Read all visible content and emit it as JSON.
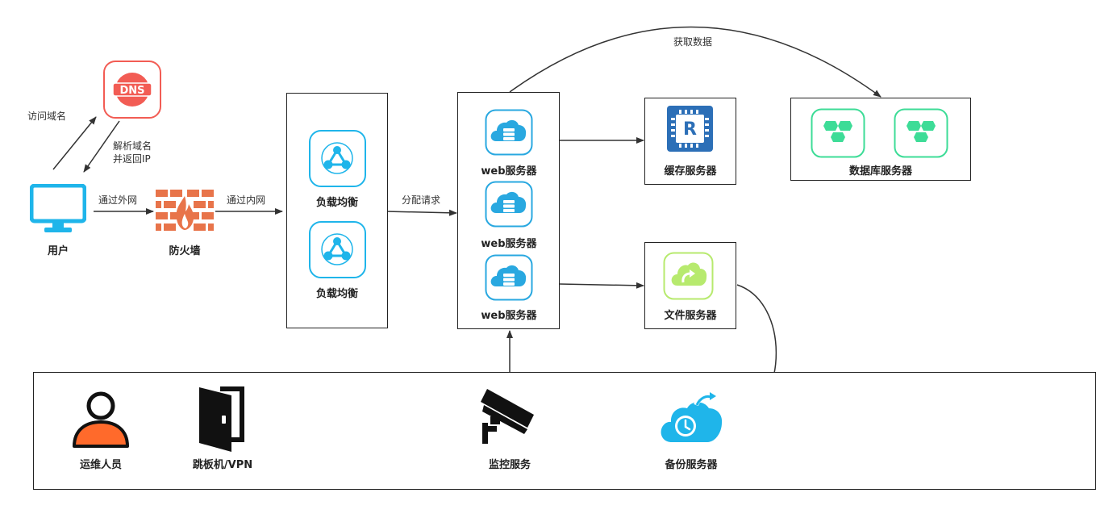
{
  "nodes": {
    "dns": "DNS",
    "user": "用户",
    "firewall": "防火墙",
    "lb1": "负载均衡",
    "lb2": "负载均衡",
    "web1": "web服务器",
    "web2": "web服务器",
    "web3": "web服务器",
    "cache": "缓存服务器",
    "db": "数据库服务器",
    "file": "文件服务器",
    "ops": "运维人员",
    "jump": "跳板机/VPN",
    "monitor": "监控服务",
    "backup": "备份服务器"
  },
  "edges": {
    "visit_domain": "访问域名",
    "resolve_line1": "解析域名",
    "resolve_line2": "并返回IP",
    "via_external": "通过外网",
    "via_internal": "通过内网",
    "dispatch": "分配请求",
    "fetch_data": "获取数据"
  },
  "colors": {
    "dns": "#f25c54",
    "user_monitor": "#1fb5ea",
    "firewall": "#e8744a",
    "cloud_blue": "#29a8e0",
    "cache": "#2c6fb7",
    "db": "#3ddc97",
    "file": "#b7ea6e",
    "ops_person": "#ff6a2b"
  }
}
